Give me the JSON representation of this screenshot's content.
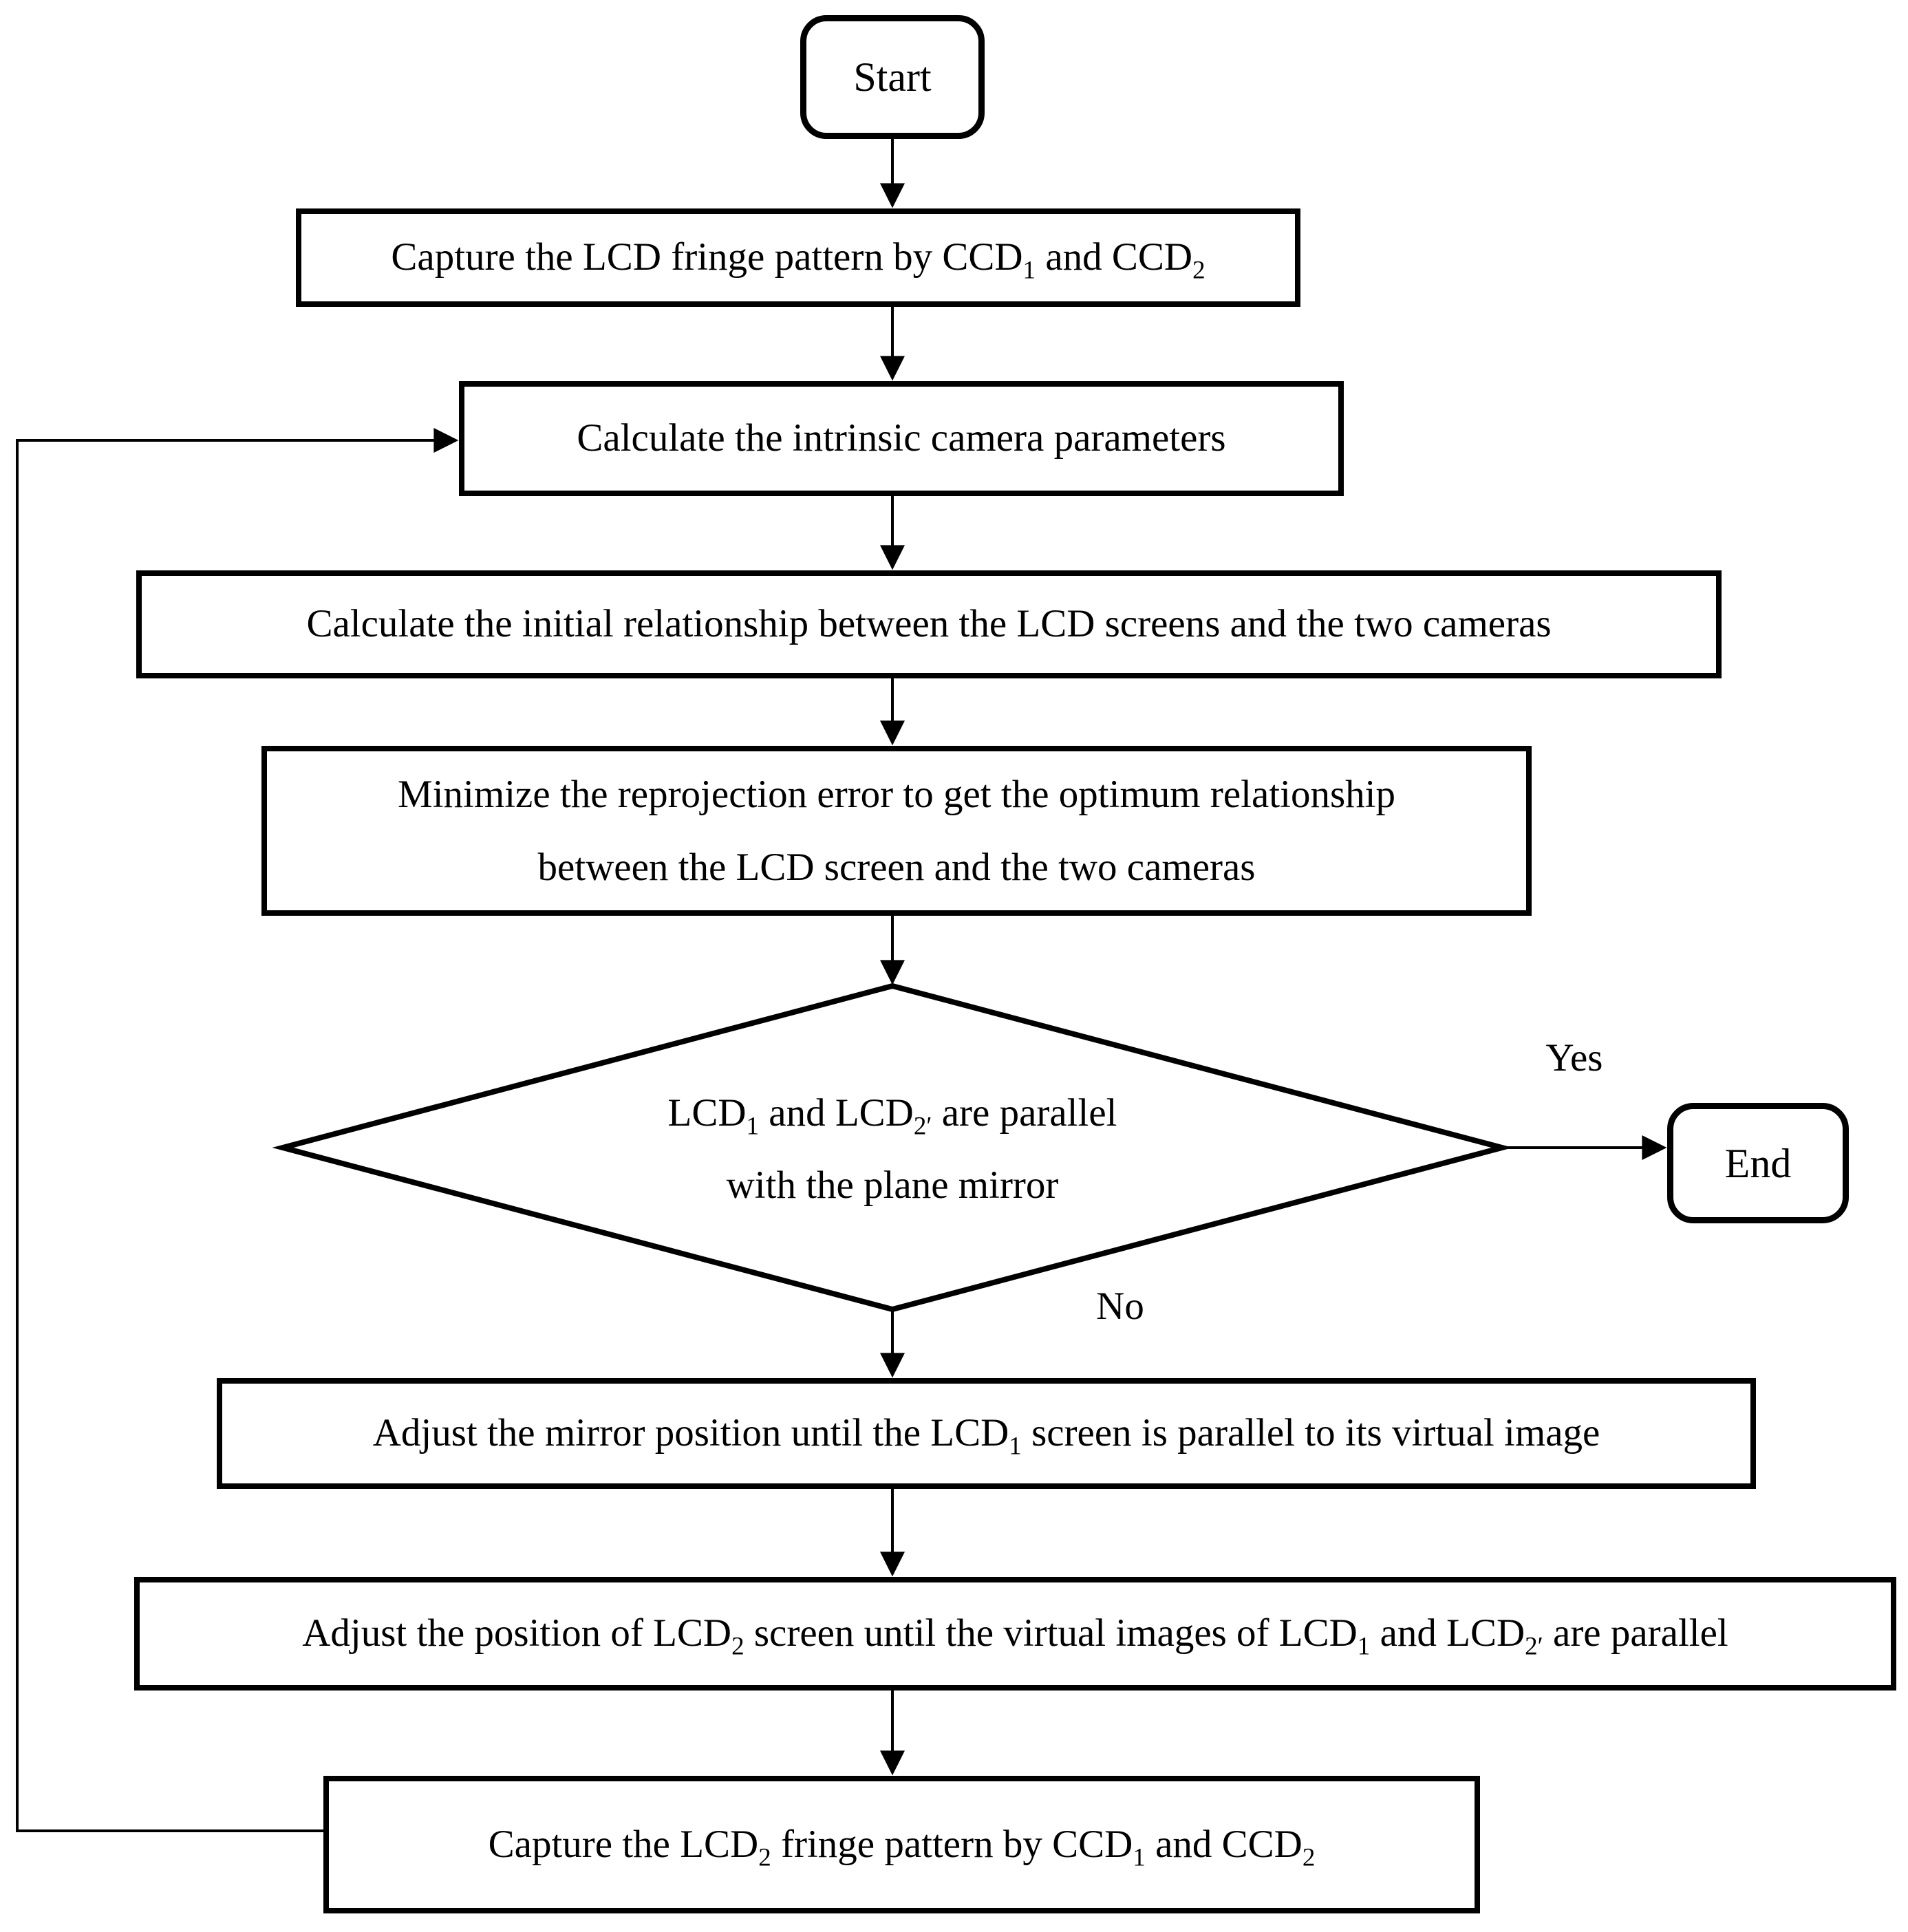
{
  "figure": {
    "background": "#ffffff",
    "stroke_color": "#000000",
    "nodes": {
      "start": "Start",
      "capture_lcd1": "Capture the LCD fringe pattern by CCD~1~ and CCD~2~",
      "intrinsic": "Calculate the intrinsic camera parameters",
      "initial_relationship": "Calculate the initial relationship between the LCD screens and the two cameras",
      "minimize_line1": "Minimize the reprojection error to get the optimum relationship",
      "minimize_line2": "between the LCD screen and the two cameras",
      "decision_line1": "LCD~1~ and LCD~2′~ are parallel",
      "decision_line2": "with the plane mirror",
      "end": "End",
      "adjust_mirror": "Adjust the mirror position until the LCD~1~ screen is parallel to its virtual image",
      "adjust_lcd2": "Adjust the position of LCD~2~ screen until the virtual images of LCD~1~ and LCD~2′~ are parallel",
      "capture_lcd2": "Capture the LCD~2~ fringe pattern by CCD~1~ and CCD~2~"
    },
    "edge_labels": {
      "yes": "Yes",
      "no": "No"
    }
  }
}
